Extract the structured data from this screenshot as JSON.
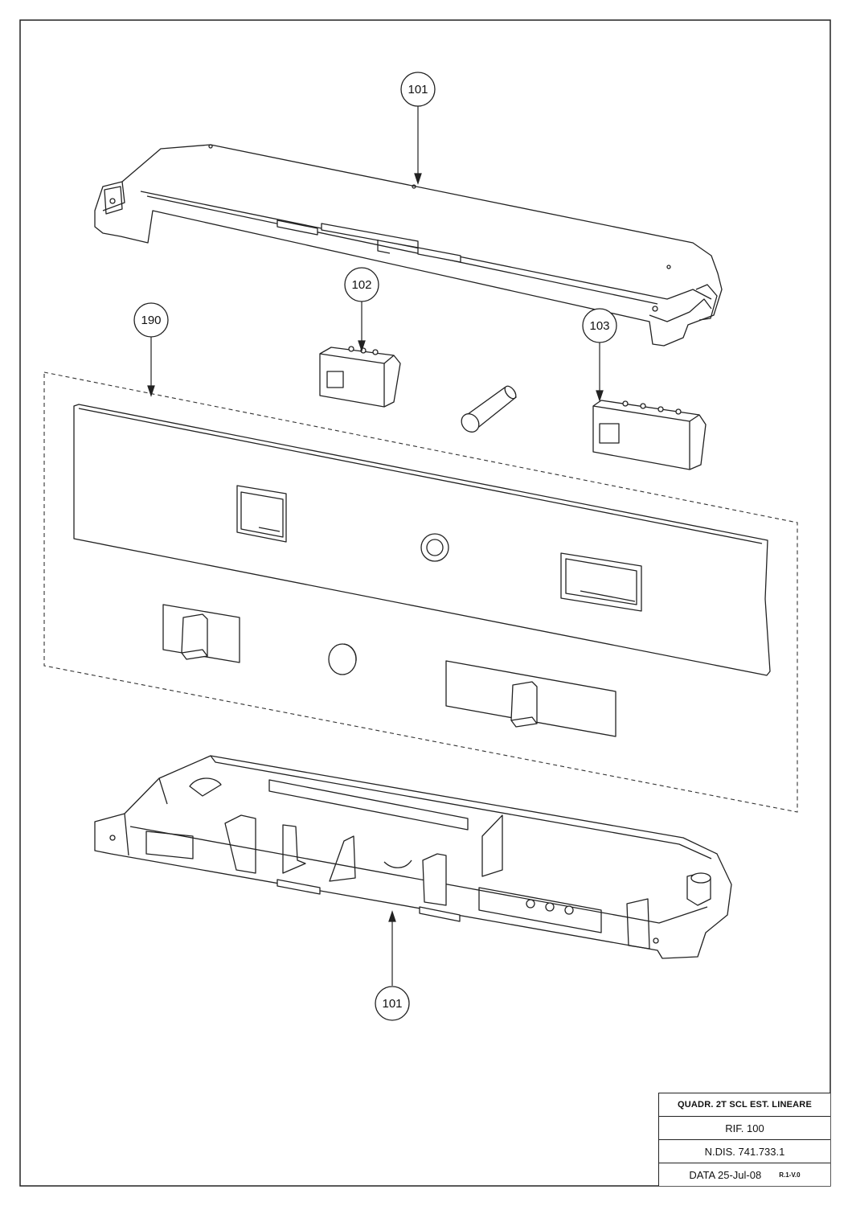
{
  "drawing": {
    "callouts": [
      {
        "id": "top-housing",
        "label": "101"
      },
      {
        "id": "switch-102",
        "label": "102"
      },
      {
        "id": "switch-103",
        "label": "103"
      },
      {
        "id": "panel-group",
        "label": "190"
      },
      {
        "id": "bottom-housing",
        "label": "101"
      }
    ]
  },
  "title_block": {
    "title": "QUADR. 2T SCL EST. LINEARE",
    "rif": "RIF. 100",
    "ndis": "N.DIS. 741.733.1",
    "data": "DATA 25-Jul-08",
    "revision": "R.1-V.0"
  }
}
